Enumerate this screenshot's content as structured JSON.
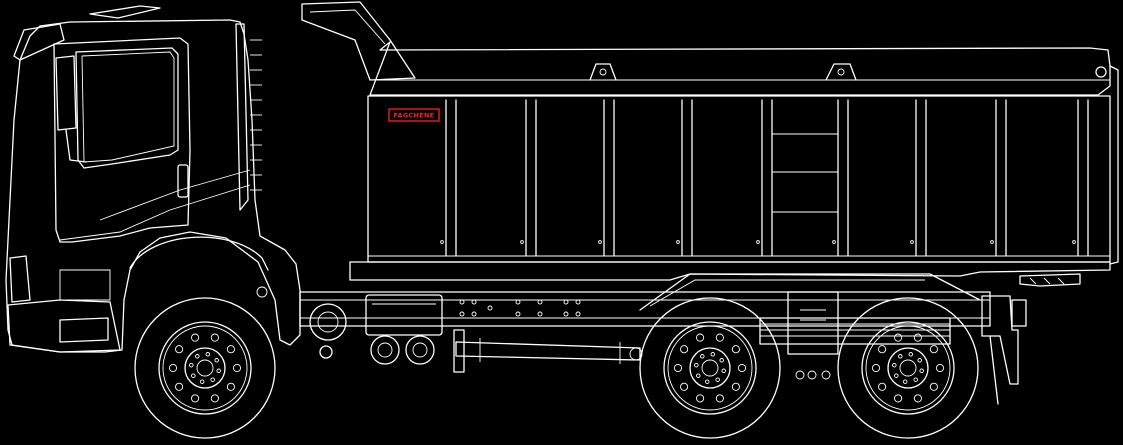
{
  "drawing": {
    "background_color": "#000000",
    "line_color": "#ffffff",
    "accent_color": "#ff2020",
    "badge_text": "FAGCHENE"
  },
  "wheels": [
    {
      "name": "front-wheel"
    },
    {
      "name": "rear-wheel-1"
    },
    {
      "name": "rear-wheel-2"
    }
  ]
}
